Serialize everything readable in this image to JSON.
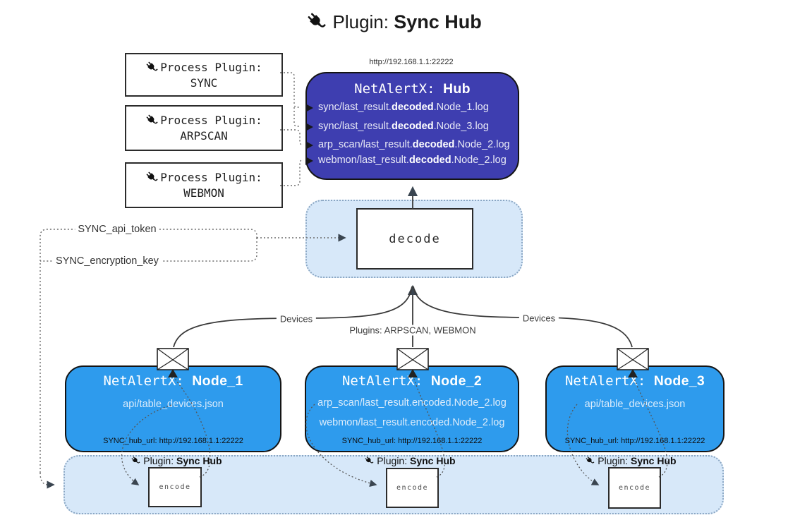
{
  "title": {
    "icon": "plug-icon",
    "prefix": "Plugin: ",
    "bold": "Sync Hub"
  },
  "process_plugins": [
    {
      "label": "Process Plugin:",
      "name": "SYNC"
    },
    {
      "label": "Process Plugin:",
      "name": "ARPSCAN"
    },
    {
      "label": "Process Plugin:",
      "name": "WEBMON"
    }
  ],
  "hub": {
    "url": "http://192.168.1.1:22222",
    "title_prefix": "NetAlertX: ",
    "title_bold": "Hub",
    "logs": [
      {
        "prefix": "sync/last_result.",
        "bold": "decoded",
        "suffix": ".Node_1.log"
      },
      {
        "prefix": "sync/last_result.",
        "bold": "decoded",
        "suffix": ".Node_3.log"
      },
      {
        "prefix": "arp_scan/last_result.",
        "bold": "decoded",
        "suffix": ".Node_2.log"
      },
      {
        "prefix": "webmon/last_result.",
        "bold": "decoded",
        "suffix": ".Node_2.log"
      }
    ]
  },
  "decode_label": "decode",
  "secrets": {
    "api_token": "SYNC_api_token",
    "encryption_key": "SYNC_encryption_key"
  },
  "edge_labels": {
    "devices_left": "Devices",
    "plugins_mid": "Plugins: ARPSCAN, WEBMON",
    "devices_right": "Devices"
  },
  "nodes": [
    {
      "title_prefix": "NetAlertX: ",
      "title_bold": "Node_1",
      "file1": "api/table_devices.json",
      "hub_url": "SYNC_hub_url: http://192.168.1.1:22222"
    },
    {
      "title_prefix": "NetAlertX: ",
      "title_bold": "Node_2",
      "file1": "arp_scan/last_result.encoded.Node_2.log",
      "file2": "webmon/last_result.encoded.Node_2.log",
      "hub_url": "SYNC_hub_url: http://192.168.1.1:22222"
    },
    {
      "title_prefix": "NetAlertX: ",
      "title_bold": "Node_3",
      "file1": "api/table_devices.json",
      "hub_url": "SYNC_hub_url: http://192.168.1.1:22222"
    }
  ],
  "encoder": {
    "plugin_prefix": "Plugin: ",
    "plugin_bold": "Sync Hub",
    "box_label": "encode"
  },
  "colors": {
    "hub_fill": "#3e3eb0",
    "node_fill": "#2e9bed",
    "panel_fill": "#d7e8f9",
    "panel_border": "#8aa6c3",
    "arrow_dark": "#3a4550",
    "line_solid": "#3a3a3a",
    "line_dotted": "#6b6b6b"
  }
}
